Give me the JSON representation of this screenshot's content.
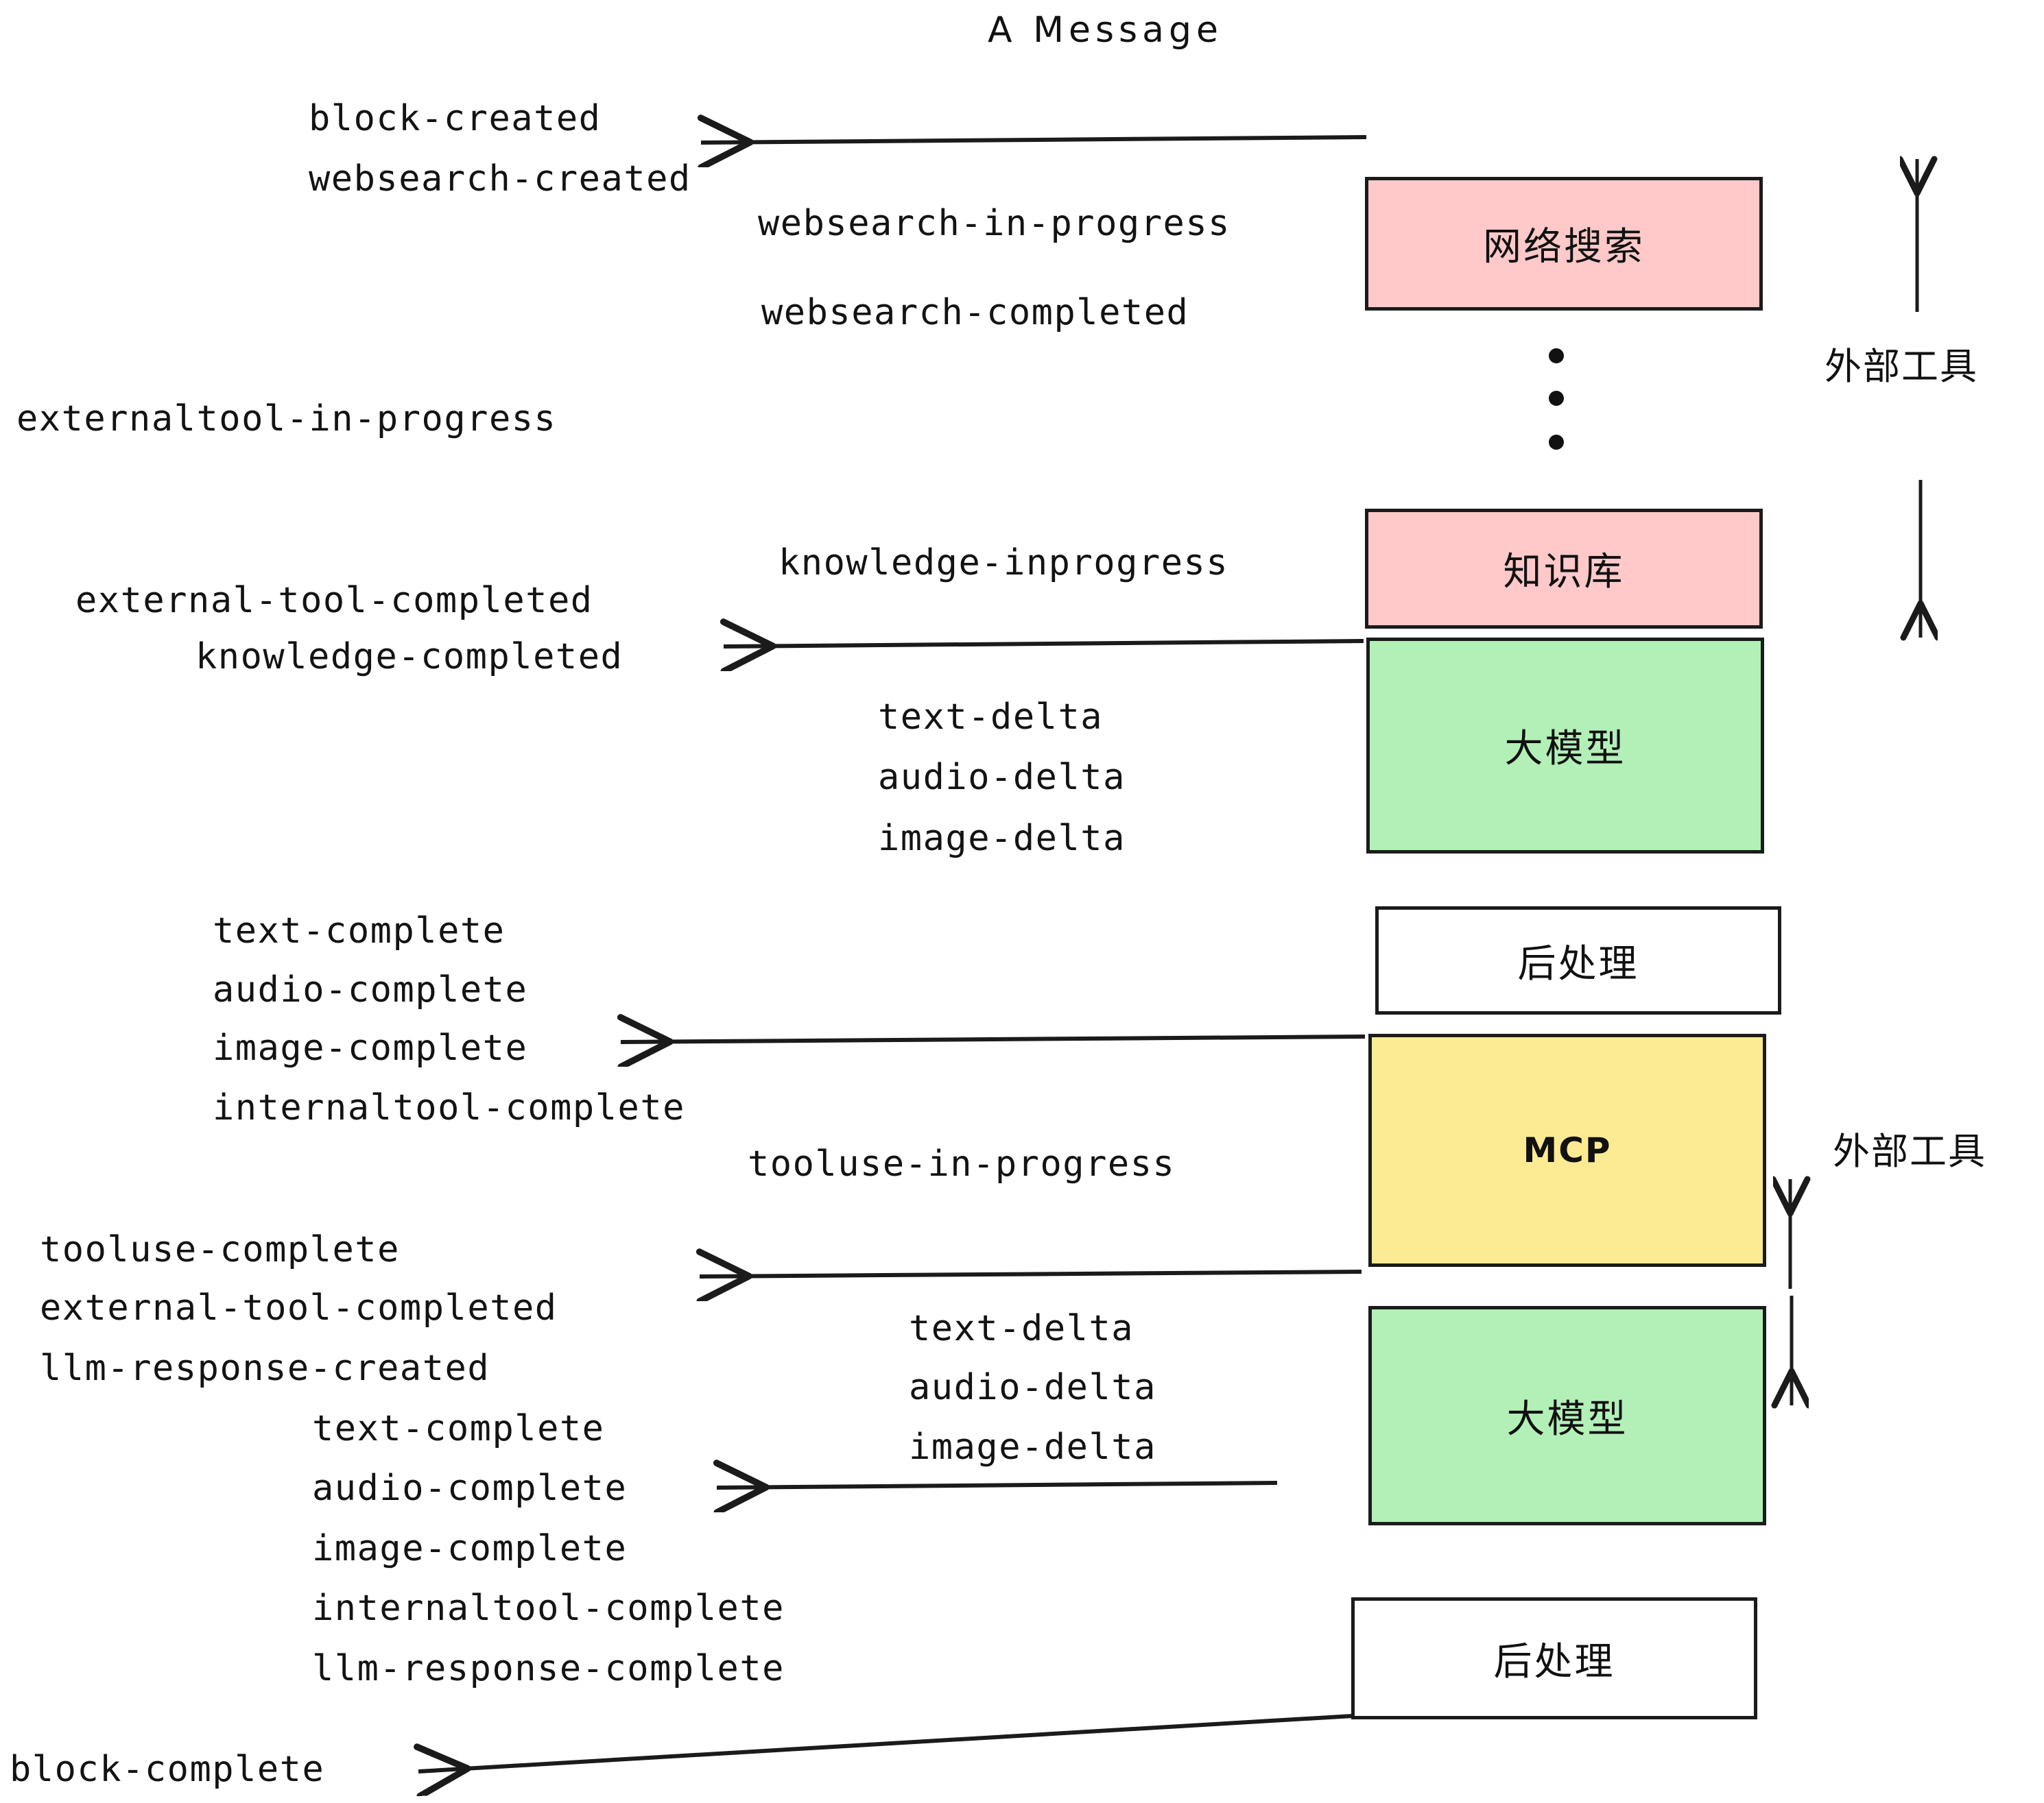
{
  "title": "A Message",
  "colors": {
    "pink": "#FFC9C9",
    "green": "#B2F0B8",
    "yellow": "#FCEB92",
    "white": "#FFFFFF",
    "stroke": "#1B1B1B",
    "text": "#131313"
  },
  "nodes": [
    {
      "id": "websearch",
      "label": "网络搜索",
      "fill": "#FFC9C9"
    },
    {
      "id": "knowledge",
      "label": "知识库",
      "fill": "#FFC9C9"
    },
    {
      "id": "llm-1",
      "label": "大模型",
      "fill": "#B2F0B8"
    },
    {
      "id": "postprocess-1",
      "label": "后处理",
      "fill": "#FFFFFF"
    },
    {
      "id": "mcp",
      "label": "MCP",
      "fill": "#FCEB92"
    },
    {
      "id": "llm-2",
      "label": "大模型",
      "fill": "#B2F0B8"
    },
    {
      "id": "postprocess-2",
      "label": "后处理",
      "fill": "#FFFFFF"
    }
  ],
  "bracket_labels": [
    {
      "id": "external-tools-top",
      "label": "外部工具"
    },
    {
      "id": "external-tools-bottom",
      "label": "外部工具"
    }
  ],
  "events": [
    {
      "id": "block-created",
      "text": "block-created"
    },
    {
      "id": "websearch-created",
      "text": "websearch-created"
    },
    {
      "id": "websearch-in-progress",
      "text": "websearch-in-progress"
    },
    {
      "id": "websearch-completed",
      "text": "websearch-completed"
    },
    {
      "id": "externaltool-in-progress",
      "text": "externaltool-in-progress"
    },
    {
      "id": "knowledge-inprogress",
      "text": "knowledge-inprogress"
    },
    {
      "id": "external-tool-completed-1",
      "text": "external-tool-completed"
    },
    {
      "id": "knowledge-completed",
      "text": "knowledge-completed"
    },
    {
      "id": "text-delta-1",
      "text": "text-delta"
    },
    {
      "id": "audio-delta-1",
      "text": "audio-delta"
    },
    {
      "id": "image-delta-1",
      "text": "image-delta"
    },
    {
      "id": "text-complete-1",
      "text": "text-complete"
    },
    {
      "id": "audio-complete-1",
      "text": "audio-complete"
    },
    {
      "id": "image-complete-1",
      "text": "image-complete"
    },
    {
      "id": "internaltool-complete-1",
      "text": "internaltool-complete"
    },
    {
      "id": "tooluse-in-progress",
      "text": "tooluse-in-progress"
    },
    {
      "id": "tooluse-complete",
      "text": "tooluse-complete"
    },
    {
      "id": "external-tool-completed-2",
      "text": "external-tool-completed"
    },
    {
      "id": "llm-response-created",
      "text": "llm-response-created"
    },
    {
      "id": "text-delta-2",
      "text": "text-delta"
    },
    {
      "id": "audio-delta-2",
      "text": "audio-delta"
    },
    {
      "id": "image-delta-2",
      "text": "image-delta"
    },
    {
      "id": "text-complete-2",
      "text": "text-complete"
    },
    {
      "id": "audio-complete-2",
      "text": "audio-complete"
    },
    {
      "id": "image-complete-2",
      "text": "image-complete"
    },
    {
      "id": "internaltool-complete-2",
      "text": "internaltool-complete"
    },
    {
      "id": "llm-response-complete",
      "text": "llm-response-complete"
    },
    {
      "id": "block-complete",
      "text": "block-complete"
    }
  ]
}
